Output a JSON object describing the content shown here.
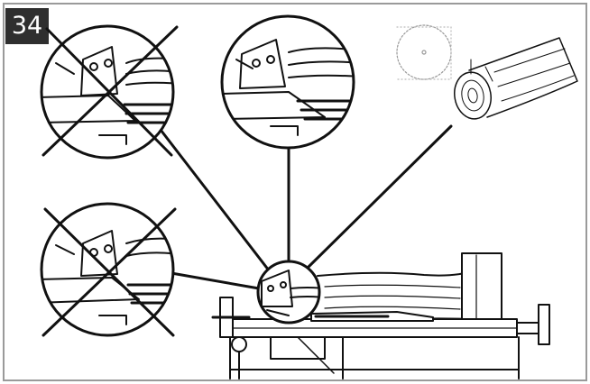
{
  "figure": {
    "number": "34",
    "colors": {
      "ink": "#111111",
      "frame": "#9a9a9a",
      "badge": "#2f2f2f",
      "badge_text": "#ffffff"
    }
  },
  "callouts": [
    {
      "id": "top-left",
      "status": "incorrect",
      "mark": "x-cross"
    },
    {
      "id": "top-center",
      "status": "correct",
      "mark": "none"
    },
    {
      "id": "bottom-left",
      "status": "incorrect",
      "mark": "x-cross"
    }
  ],
  "icons": [
    "saw-blade-icon",
    "cut-log-icon",
    "log-splitter-machine-icon",
    "wedge-icon"
  ]
}
